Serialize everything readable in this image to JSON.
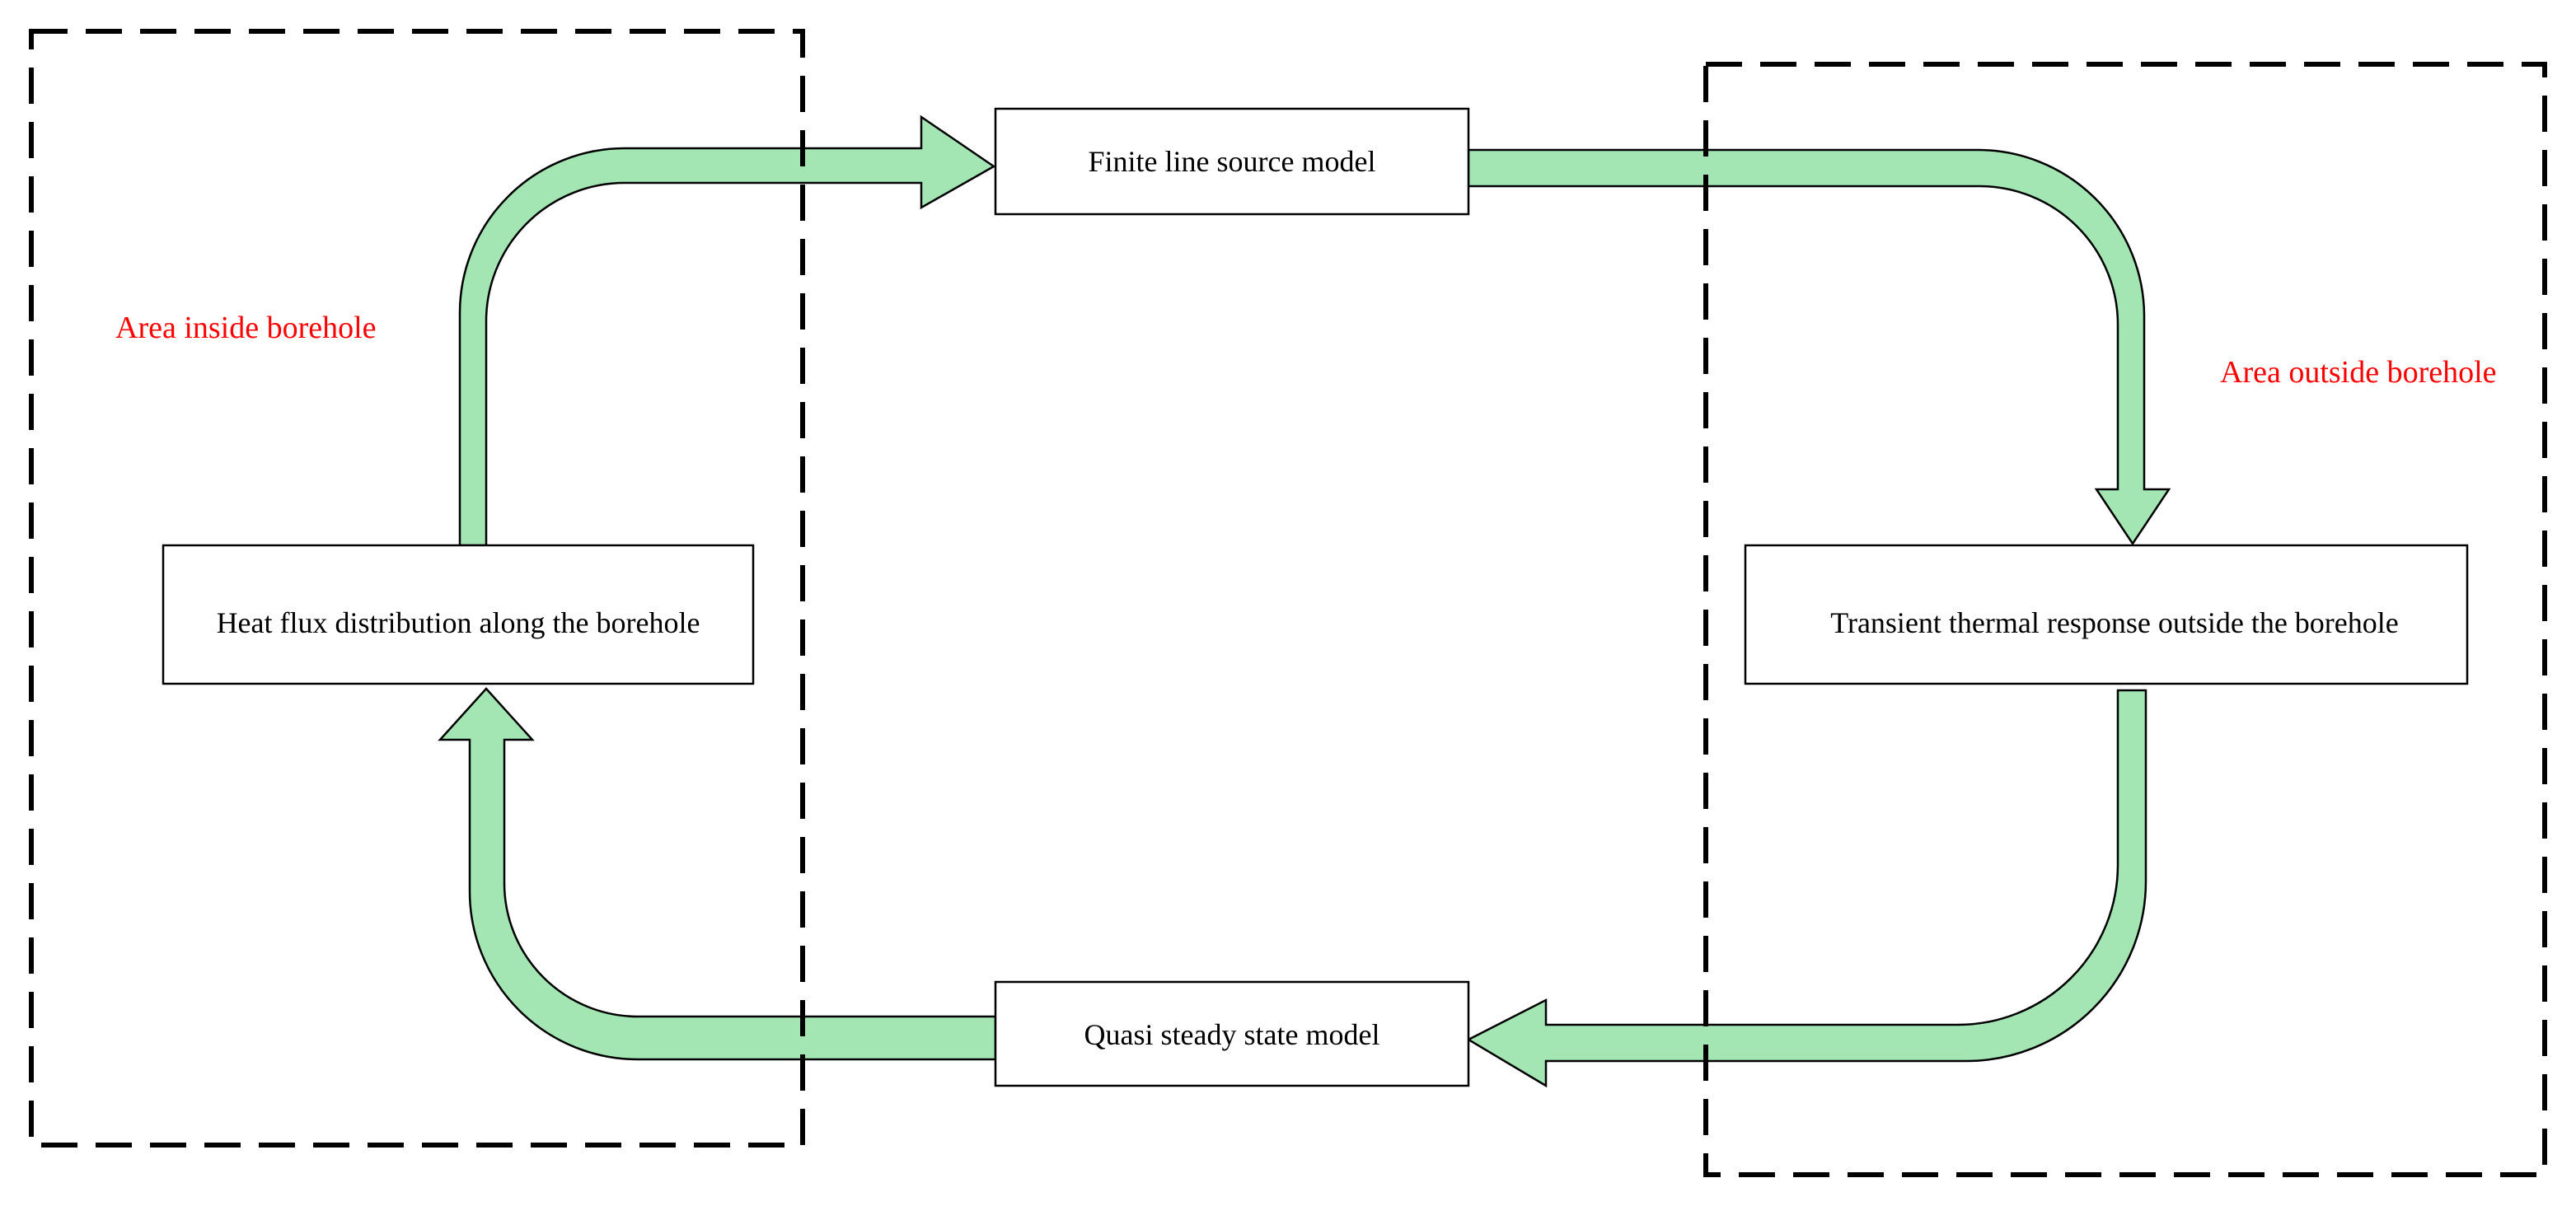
{
  "colors": {
    "arrow_fill": "#A3E6B3",
    "arrow_stroke": "#000000",
    "area_label": "#FF0000",
    "box_fill": "#FFFFFF",
    "box_stroke": "#000000",
    "dashed_border": "#000000"
  },
  "areas": {
    "inside": {
      "label": "Area inside borehole"
    },
    "outside": {
      "label": "Area outside borehole"
    }
  },
  "nodes": {
    "finite_line": {
      "label": "Finite line source model"
    },
    "heat_flux": {
      "label": "Heat flux distribution along the borehole"
    },
    "transient": {
      "label": "Transient thermal response outside the borehole"
    },
    "quasi_steady": {
      "label": "Quasi steady state model"
    }
  },
  "edges": [
    {
      "from": "heat_flux",
      "to": "finite_line"
    },
    {
      "from": "finite_line",
      "to": "transient"
    },
    {
      "from": "transient",
      "to": "quasi_steady"
    },
    {
      "from": "quasi_steady",
      "to": "heat_flux"
    }
  ]
}
